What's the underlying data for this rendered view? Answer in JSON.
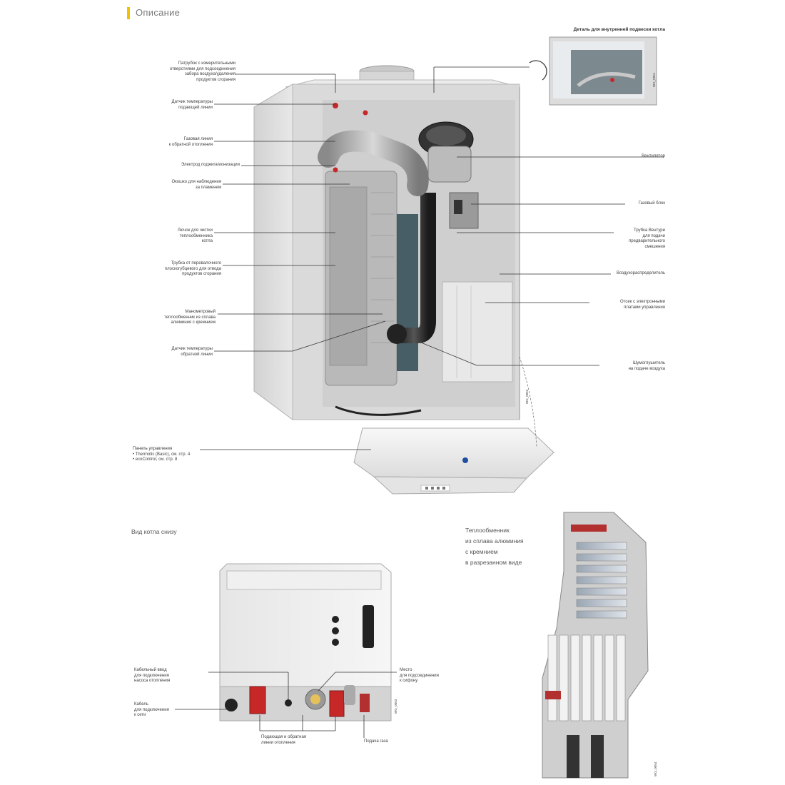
{
  "header": {
    "title": "Описание",
    "accent_color": "#f2c200"
  },
  "detail": {
    "title": "Деталь для внутренней подвески котла",
    "code": "WG_0051"
  },
  "main_view": {
    "code": "WG_0052",
    "labels_left": [
      {
        "lines": [
          "Патрубок с измерительными",
          "отверстиями для подсоединения",
          "забора воздуха/удаления",
          "продуктов сгорания"
        ]
      },
      {
        "lines": [
          "Датчик температуры",
          "подающей линии"
        ]
      },
      {
        "lines": [
          "Газовая линия",
          "к обратной отопления"
        ]
      },
      {
        "lines": [
          "Электрод поджига/ионизации"
        ]
      },
      {
        "lines": [
          "Окошко для наблюдения",
          "за пламенем"
        ]
      },
      {
        "lines": [
          "Лючок для чистки",
          "теплообменника",
          "котла"
        ]
      },
      {
        "lines": [
          "Трубка от перевалочного",
          "плоскогубцевого для отвода",
          "продуктов сгорания"
        ]
      },
      {
        "lines": [
          "Манометровый",
          "теплообменник из сплава",
          "алюминия с кремнием"
        ]
      },
      {
        "lines": [
          "Датчик температуры",
          "обратной линии"
        ]
      },
      {
        "lines": [
          "Панель управления",
          "• Thermotic (Basic), см. стр. 4",
          "• ecoControl, см. стр. 8"
        ]
      }
    ],
    "labels_right": [
      {
        "lines": [
          "Вентилятор"
        ]
      },
      {
        "lines": [
          "Газовый блок"
        ]
      },
      {
        "lines": [
          "Трубка Вентури",
          "для подачи",
          "предварительного",
          "смешения"
        ]
      },
      {
        "lines": [
          "Воздухораспределитель"
        ]
      },
      {
        "lines": [
          "Отсек с электронными",
          "платами управления"
        ]
      },
      {
        "lines": [
          "Шумоглушитель",
          "на подаче воздуха"
        ]
      }
    ]
  },
  "bottom_view": {
    "caption": "Вид котла снизу",
    "code": "WG_0053",
    "labels": [
      {
        "lines": [
          "Кабельный ввод",
          "для подключения",
          "насоса отопления"
        ]
      },
      {
        "lines": [
          "Кабель",
          "для подключения",
          "к сети"
        ]
      },
      {
        "lines": [
          "Место",
          "для подсоединения",
          "к сифону"
        ]
      },
      {
        "lines": [
          "Подающая и обратная",
          "линии отопления"
        ]
      },
      {
        "lines": [
          "Подача газа"
        ]
      }
    ]
  },
  "exchanger_view": {
    "caption": [
      "Теплообменник",
      "из сплава алюминия",
      "с кремнием",
      "в разрезанном виде"
    ],
    "code": "WG_0054"
  }
}
